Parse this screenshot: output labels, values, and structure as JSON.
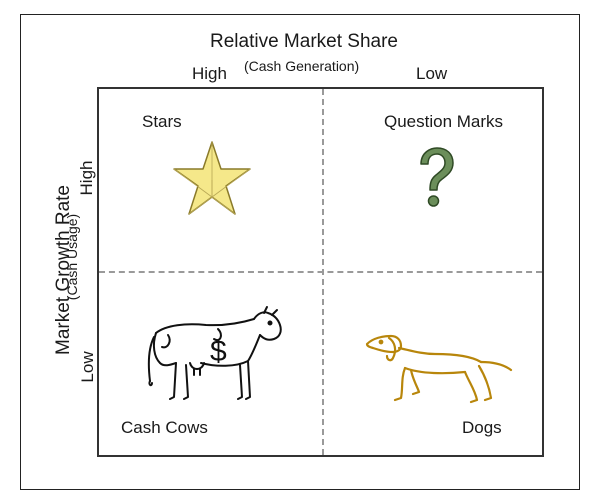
{
  "axes": {
    "horizontal_title": "Relative Market Share",
    "horizontal_subtitle": "(Cash Generation)",
    "horizontal_high": "High",
    "horizontal_low": "Low",
    "vertical_title": "Market Growth Rate",
    "vertical_subtitle": "(Cash Usage)",
    "vertical_high": "High",
    "vertical_low": "Low"
  },
  "quadrants": {
    "top_left": {
      "label": "Stars",
      "icon": "star-icon",
      "color": "#f5e88a"
    },
    "top_right": {
      "label": "Question Marks",
      "icon": "question-mark-icon",
      "color": "#6b8e5a"
    },
    "bottom_left": {
      "label": "Cash Cows",
      "icon": "cow-icon",
      "symbol": "$"
    },
    "bottom_right": {
      "label": "Dogs",
      "icon": "dog-icon",
      "color": "#b8860b"
    }
  }
}
